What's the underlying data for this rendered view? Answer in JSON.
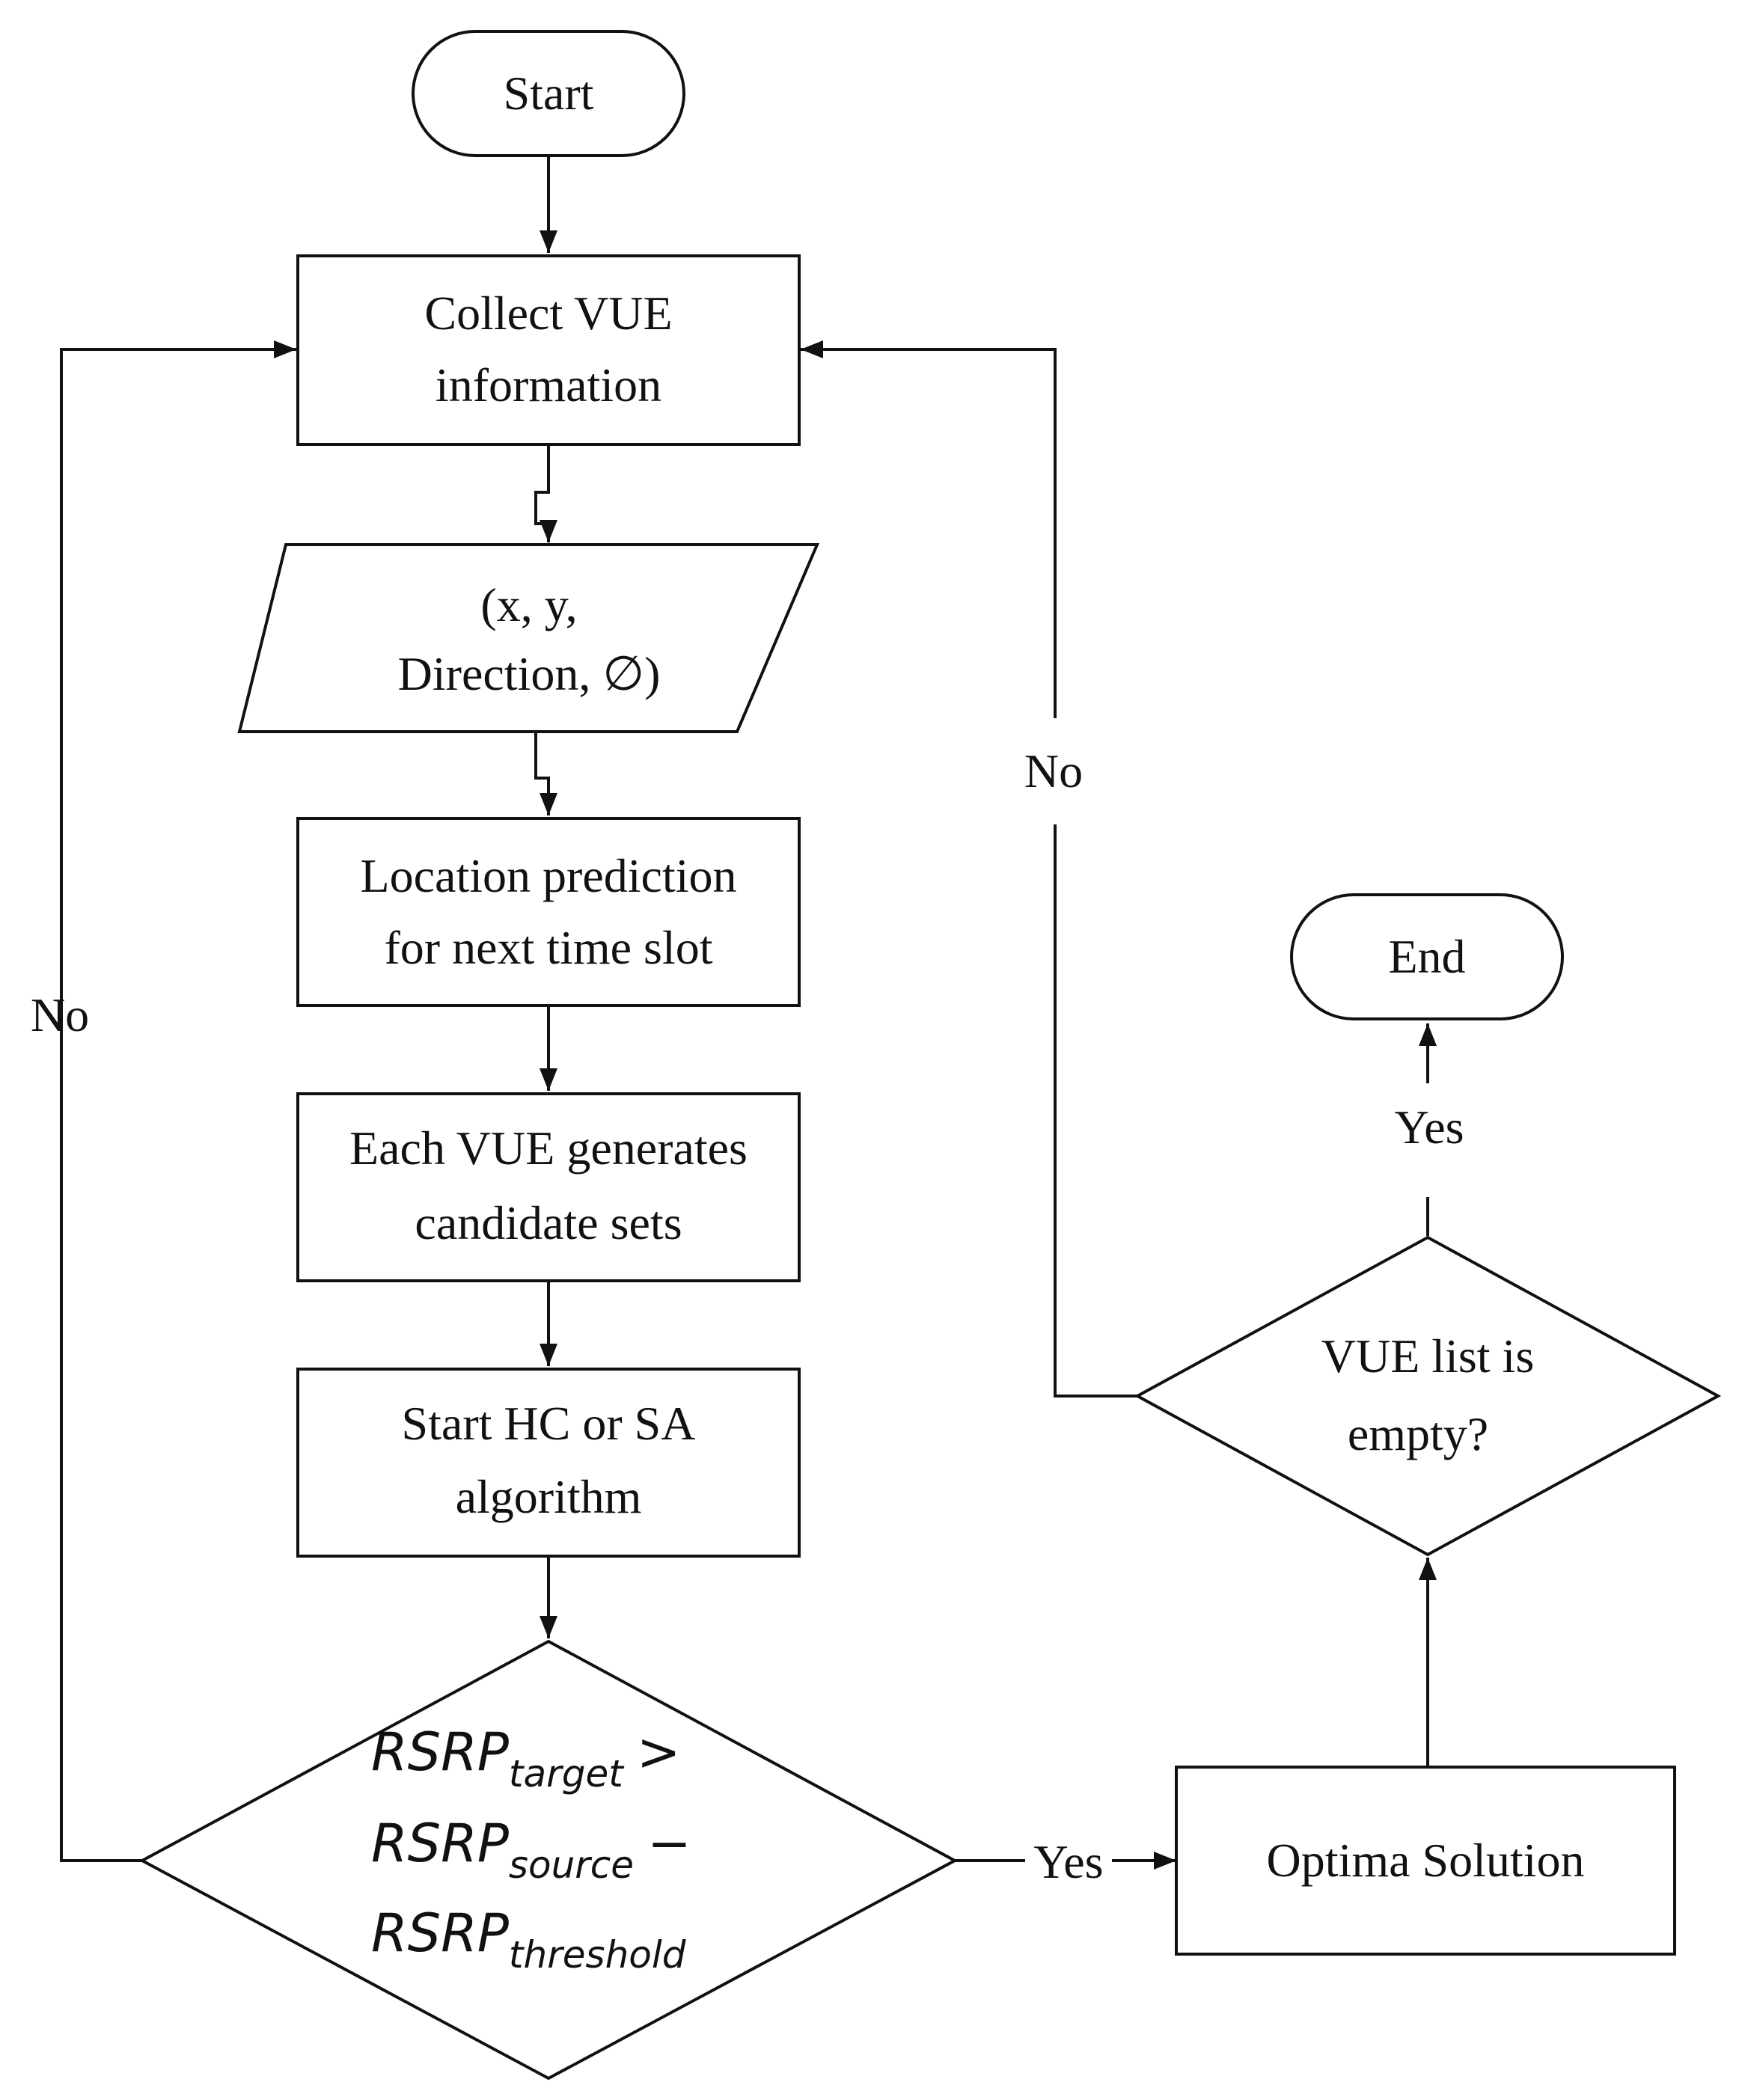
{
  "nodes": {
    "start": "Start",
    "collect": [
      "Collect VUE",
      "information"
    ],
    "input": [
      "(x, y,",
      "Direction, ∅)"
    ],
    "predict": [
      "Location prediction",
      "for next time slot"
    ],
    "candidates": [
      "Each VUE generates",
      "candidate sets"
    ],
    "algorithm": [
      "Start HC or SA",
      "algorithm"
    ],
    "decision_rsrp": {
      "line1": {
        "main": "RSRP",
        "sub": "target",
        "op": ">"
      },
      "line2": {
        "main": "RSRP",
        "sub": "source",
        "op": "−"
      },
      "line3": {
        "main": "RSRP",
        "sub": "threshold",
        "op": ""
      }
    },
    "optimal": "Optima Solution",
    "decision_empty": [
      "VUE list is",
      "empty?"
    ],
    "end": "End"
  },
  "edges": {
    "rsrp_no": "No",
    "rsrp_yes": "Yes",
    "empty_no": "No",
    "empty_yes": "Yes"
  },
  "colors": {
    "stroke": "#111111",
    "background": "#ffffff"
  }
}
